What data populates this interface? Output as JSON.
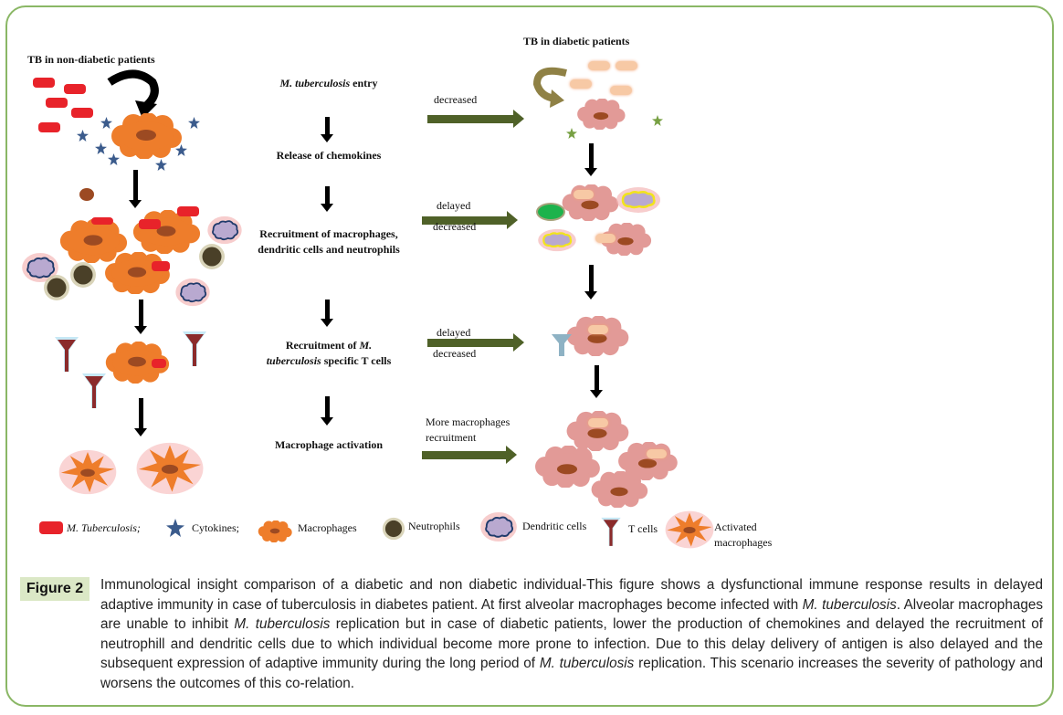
{
  "figure": {
    "left_title": "TB in non-diabetic patients",
    "right_title": "TB in diabetic patients",
    "steps": [
      {
        "italic": "M. tuberculosis",
        "text": " entry"
      },
      {
        "text": "Release of chemokines"
      },
      {
        "line1": "Recruitment of macrophages,",
        "line2": "dendritic cells and neutrophils"
      },
      {
        "line1a": "Recruitment of ",
        "line1i": "M.",
        "line2i": "tuberculosis",
        "line2b": " specific T cells"
      },
      {
        "text": "Macrophage activation"
      }
    ],
    "arrow_labels": {
      "a1": [
        "decreased"
      ],
      "a2": [
        "delayed",
        "decreased"
      ],
      "a3": [
        "delayed",
        "decreased"
      ],
      "a4": [
        "More macrophages",
        "recruitment"
      ]
    },
    "legend": [
      {
        "label": "M. Tuberculosis;",
        "icon": "red-rod"
      },
      {
        "label": "Cytokines;",
        "icon": "blue-star"
      },
      {
        "label": "Macrophages",
        "icon": "orange-cell"
      },
      {
        "label": "Neutrophils",
        "icon": "dark-round-cell"
      },
      {
        "label": "Dendritic cells",
        "icon": "purple-cell"
      },
      {
        "label": "T cells",
        "icon": "t-receptor"
      },
      {
        "label": "Activated",
        "label2": "macrophages",
        "icon": "spiky-orange-cell"
      }
    ],
    "colors": {
      "mtb": "#e8232a",
      "cytokine": "#3b5b8c",
      "macrophage": "#ee7d2b",
      "diabetic_macrophage": "#e29a97",
      "arrow": "#4f6128",
      "frame": "#8ab765"
    }
  },
  "caption": {
    "label": "Figure 2",
    "segments": [
      {
        "t": "Immunological insight comparison of a diabetic and non diabetic individual-This figure shows a dysfunctional immune response results in delayed adaptive immunity in case of tuberculosis in diabetes patient. At first alveolar macrophages become infected with "
      },
      {
        "t": "M. tuberculosis",
        "i": true
      },
      {
        "t": ". Alveolar macrophages are unable to inhibit "
      },
      {
        "t": "M. tuberculosis",
        "i": true
      },
      {
        "t": " replication but in case of diabetic patients, lower the production of chemokines and delayed the recruitment of neutrophill and dendritic cells due to which individual become more prone to infection. Due to this delay delivery of antigen is also delayed and the subsequent expression of adaptive immunity during the long period of "
      },
      {
        "t": "M. tuberculosis",
        "i": true
      },
      {
        "t": " replication. This scenario increases the severity of pathology and worsens the outcomes of this co-relation."
      }
    ]
  }
}
